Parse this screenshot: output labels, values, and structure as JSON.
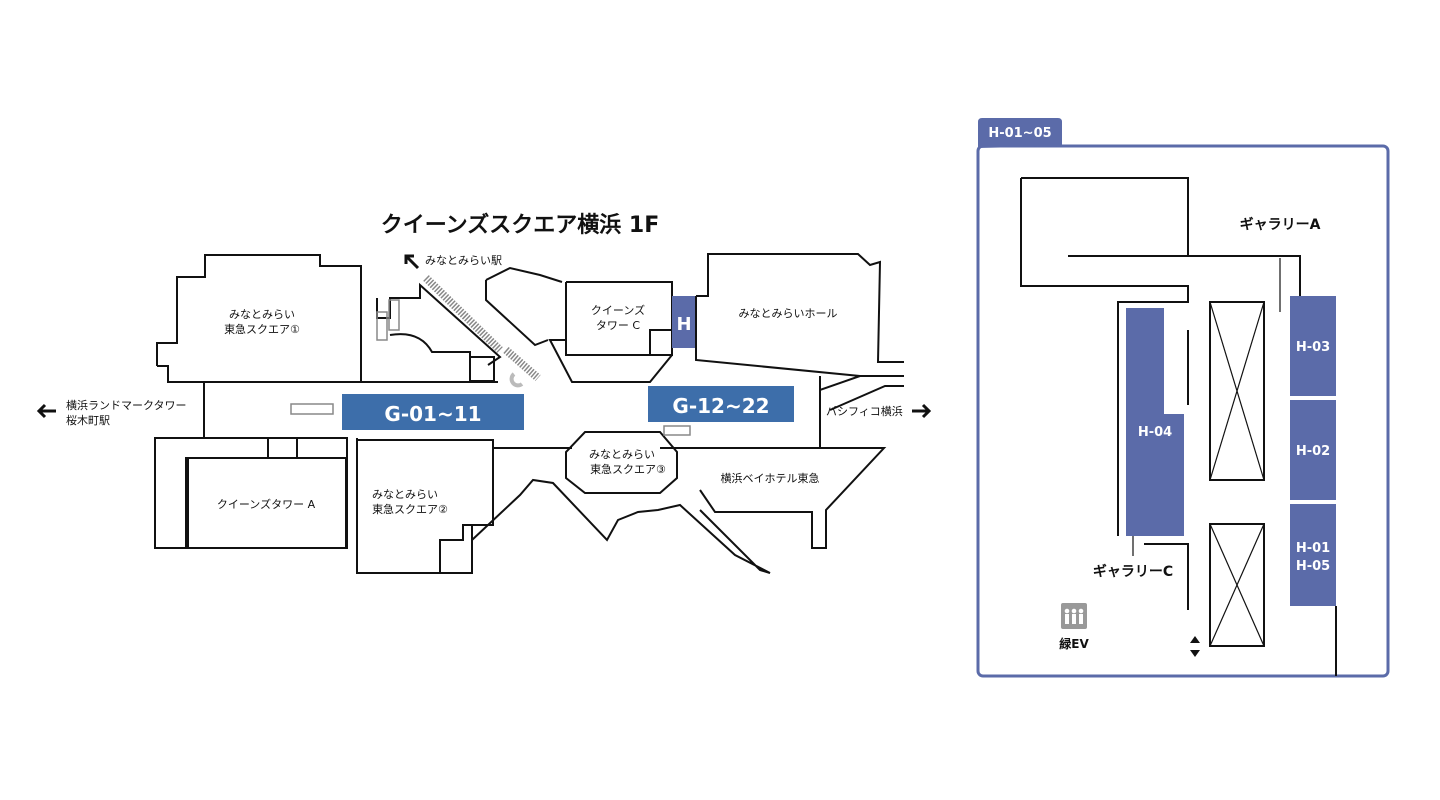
{
  "main_map": {
    "title": "クイーンズスクエア横浜 1F",
    "direction_minatomirai_station": "みなとみらい駅",
    "direction_landmark": "横浜ランドマークタワー",
    "direction_sakuragicho": "桜木町駅",
    "direction_pacifico": "パシフィコ横浜",
    "area_square1_line1": "みなとみらい",
    "area_square1_line2": "東急スクエア①",
    "area_square2_line1": "みなとみらい",
    "area_square2_line2": "東急スクエア②",
    "area_square3_line1": "みなとみらい",
    "area_square3_line2": "東急スクエア③",
    "area_tower_c_line1": "クイーンズ",
    "area_tower_c_line2": "タワー C",
    "area_tower_a": "クイーンズタワー A",
    "area_hall": "みなとみらいホール",
    "area_hotel": "横浜ベイホテル東急",
    "zone_h": "H",
    "zone_g1": "G-01~11",
    "zone_g2": "G-12~22"
  },
  "detail_map": {
    "tab_label": "H-01~05",
    "gallery_a": "ギャラリーA",
    "gallery_c": "ギャラリーC",
    "booth_h03": "H-03",
    "booth_h02": "H-02",
    "booth_h01": "H-01",
    "booth_h05": "H-05",
    "booth_h04": "H-04",
    "elevator_label": "緑EV"
  },
  "colors": {
    "g_zone": "#3d6eaa",
    "h_zone": "#5b6ba9",
    "frame": "#5b6ba9",
    "wall": "#111111"
  },
  "icons": [
    "arrow-up-left-icon",
    "arrow-left-icon",
    "arrow-right-icon",
    "escalator-icon",
    "elevator-icon",
    "up-down-arrow-icon"
  ]
}
